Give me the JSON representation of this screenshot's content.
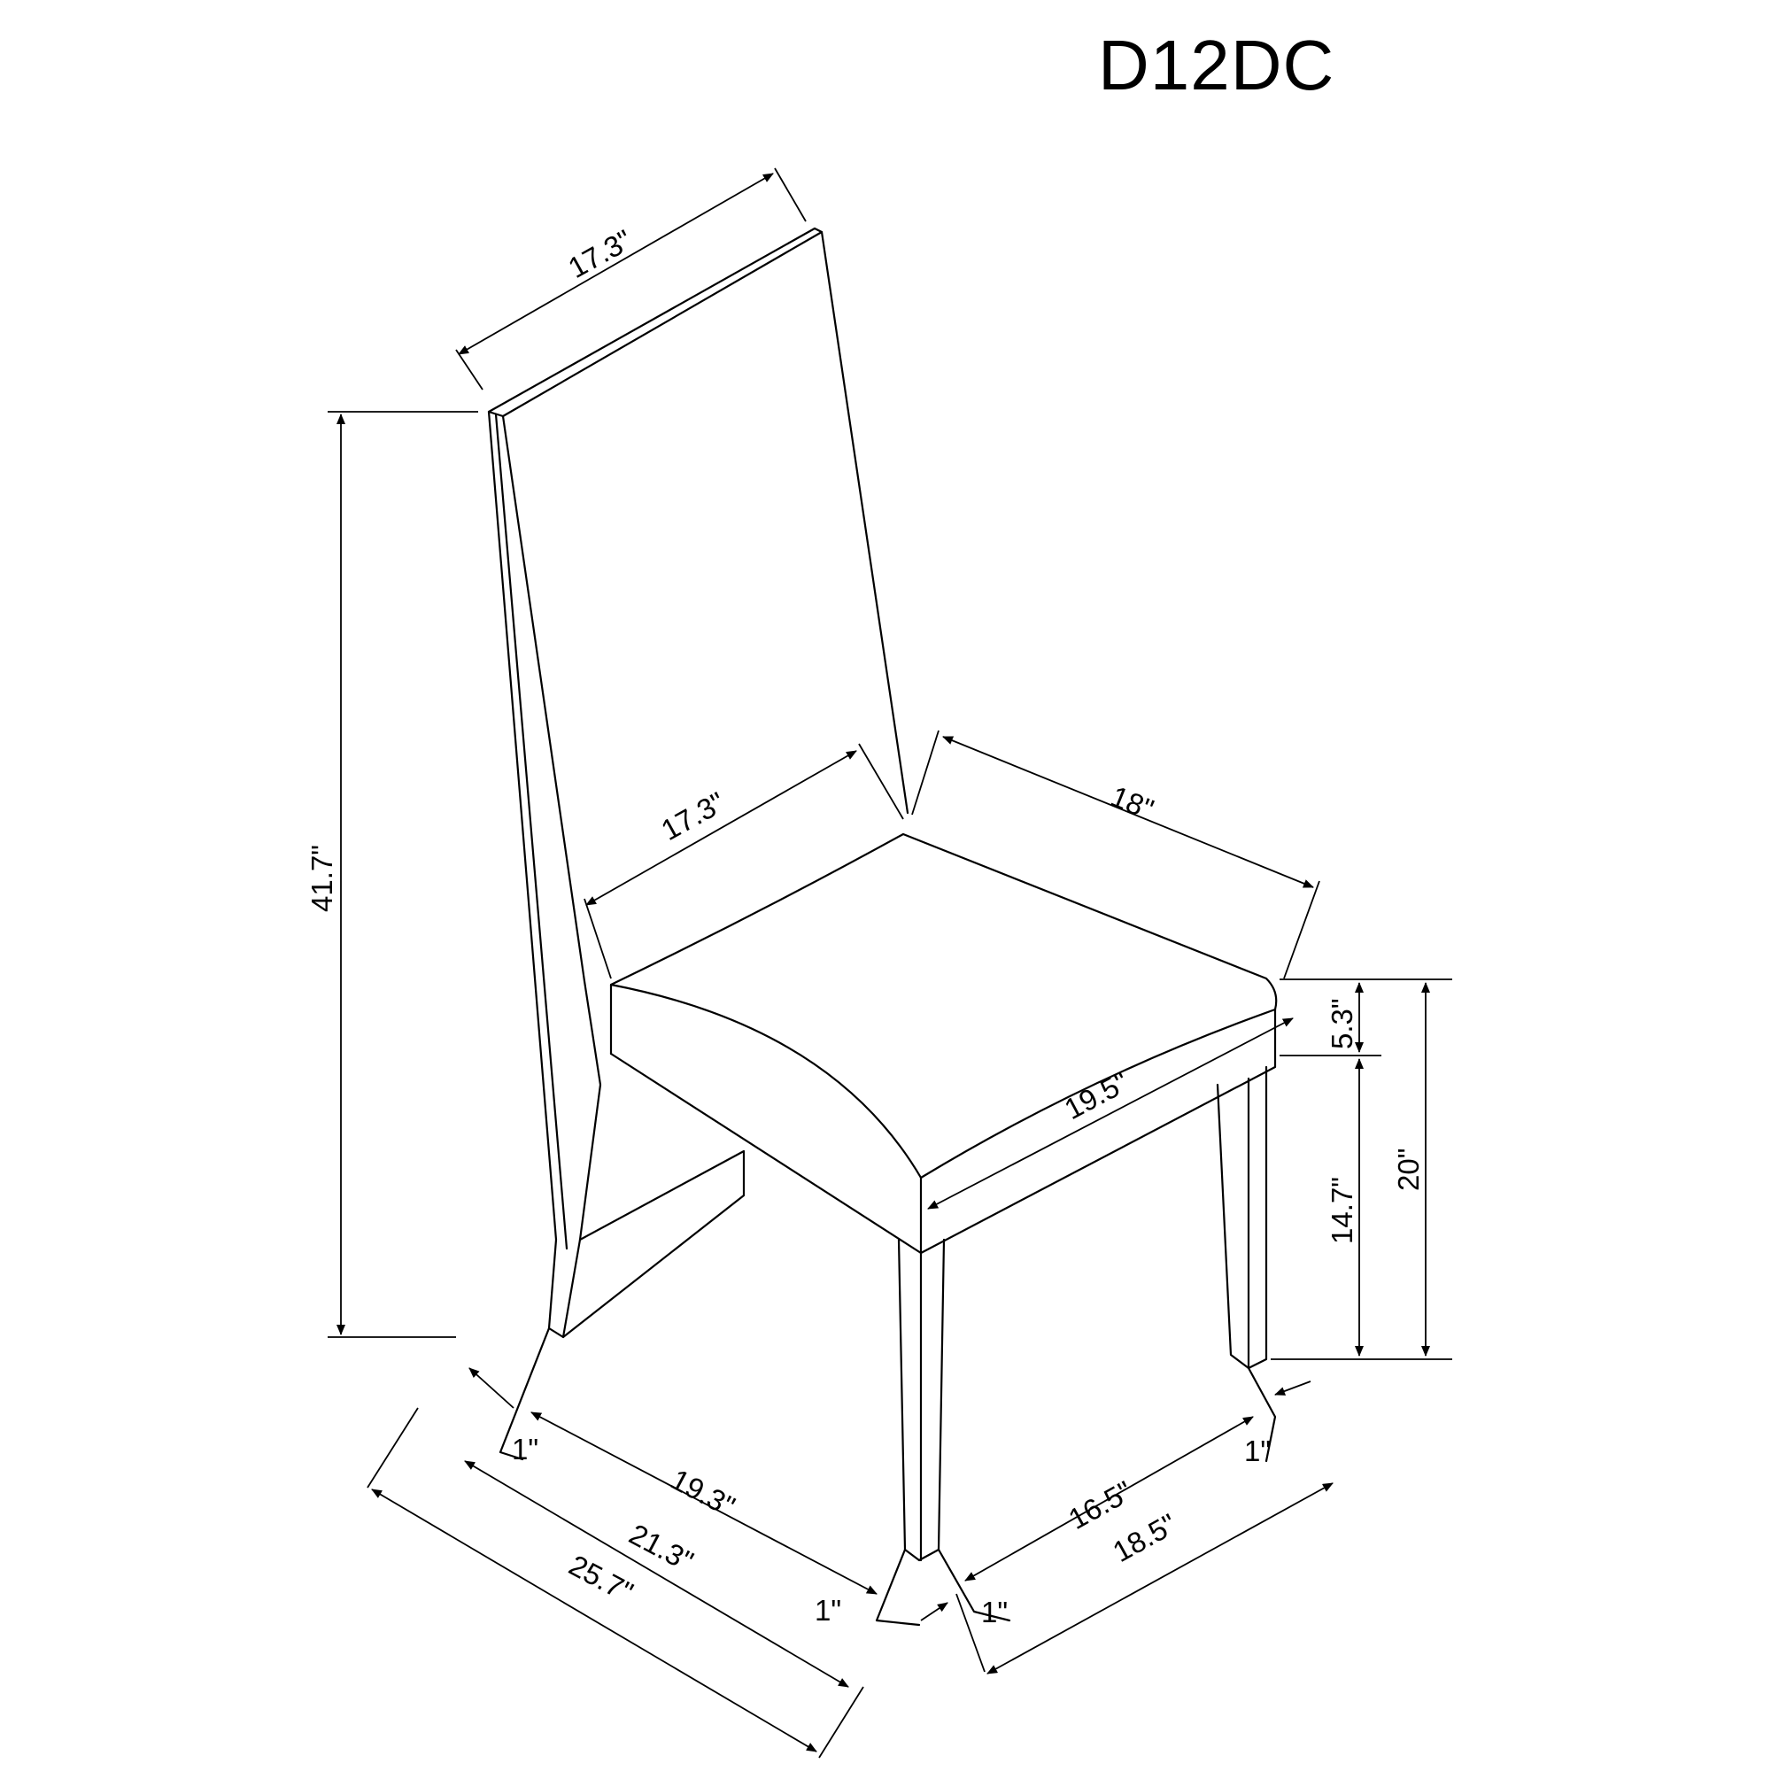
{
  "model": "D12DC",
  "dimensions": {
    "back_width": "17.3\"",
    "overall_height": "41.7\"",
    "seat_front_width": "17.3\"",
    "seat_depth": "18\"",
    "seat_cushion_thickness": "5.3\"",
    "leg_height": "14.7\"",
    "seat_height": "20\"",
    "seat_side_depth": "19.5\"",
    "front_leg_width_left": "1\"",
    "front_span_inner": "19.3\"",
    "front_span_mid": "21.3\"",
    "front_span_overall": "25.7\"",
    "front_leg_width_center": "1\"",
    "side_span_inner": "16.5\"",
    "side_span_overall": "18.5\"",
    "side_leg_width_center": "1\"",
    "rear_leg_width_right": "1\""
  }
}
